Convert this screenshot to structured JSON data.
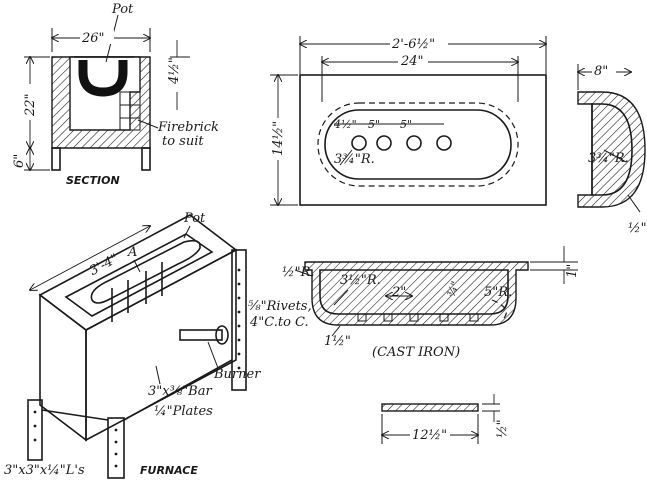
{
  "section_view": {
    "pot_label": "Pot",
    "width_dim": "26\"",
    "height_dim": "22\"",
    "top_dim": "4½\"",
    "bottom_dim": "6\"",
    "firebrick_label_1": "Firebrick",
    "firebrick_label_2": "to suit",
    "caption": "SECTION"
  },
  "plan_view": {
    "overall_width": "2'-6½\"",
    "inner_width": "24\"",
    "depth_dim": "14½\"",
    "hole_offset": "4½\"",
    "hole_spacing_1": "5\"",
    "hole_spacing_2": "5\"",
    "corner_radius": "3¾\"R."
  },
  "end_section": {
    "width_dim": "8\"",
    "radius": "3¾\"R.",
    "thickness": "½\""
  },
  "long_section": {
    "rim_radius": "½\"R.",
    "inner_radius": "3½\"R.",
    "lug_spacing": "2\"",
    "lug_depth": "¾\"",
    "end_radius": "5\"R.",
    "top_dim": "1\"",
    "wall_dim": "1½\"",
    "material": "(CAST IRON)"
  },
  "bar_detail": {
    "length": "12½\"",
    "thickness": "½\""
  },
  "furnace_view": {
    "pot_label": "Pot",
    "marker_a": "A",
    "length_dim": "3'-4\"",
    "rivets_label_1": "⅝\"Rivets,",
    "rivets_label_2": "4\"C.to C.",
    "burner_label": "Burner",
    "bar_label": "3\"x⅜\"Bar",
    "plates_label": "¼\"Plates",
    "angle_label": "3\"x3\"x¼\"L's",
    "caption": "FURNACE"
  }
}
